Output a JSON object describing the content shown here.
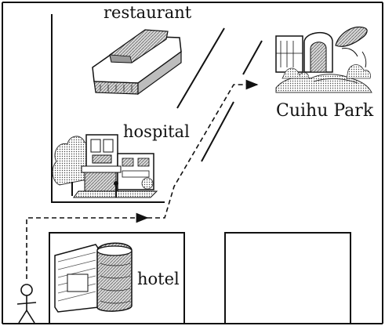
{
  "map": {
    "labels": {
      "restaurant": "restaurant",
      "hospital": "hospital",
      "park": "Cuihu Park",
      "hotel": "hotel"
    },
    "icons": {
      "restaurant": "restaurant-building-icon",
      "hospital": "hospital-building-icon",
      "park": "park-scene-icon",
      "hotel": "hotel-building-icon",
      "person": "stick-figure-person-icon",
      "route": "dashed-arrow-route"
    },
    "colors": {
      "ink": "#111111",
      "paper": "#ffffff",
      "shade": "#bdbdbd"
    }
  }
}
